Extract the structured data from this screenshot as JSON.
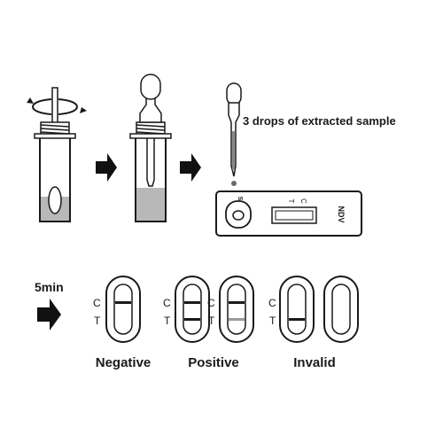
{
  "instruction": "3 drops of extracted sample",
  "cassette": {
    "label": "NDV",
    "sample_mark": "S",
    "control_mark": "C",
    "test_mark": "T"
  },
  "time": "5min",
  "strips": {
    "control_letter": "C",
    "test_letter": "T"
  },
  "results": {
    "negative": "Negative",
    "positive": "Positive",
    "invalid": "Invalid"
  },
  "colors": {
    "ink": "#1a1a1a",
    "liquid": "#b8b8b8",
    "arrow": "#111111"
  }
}
